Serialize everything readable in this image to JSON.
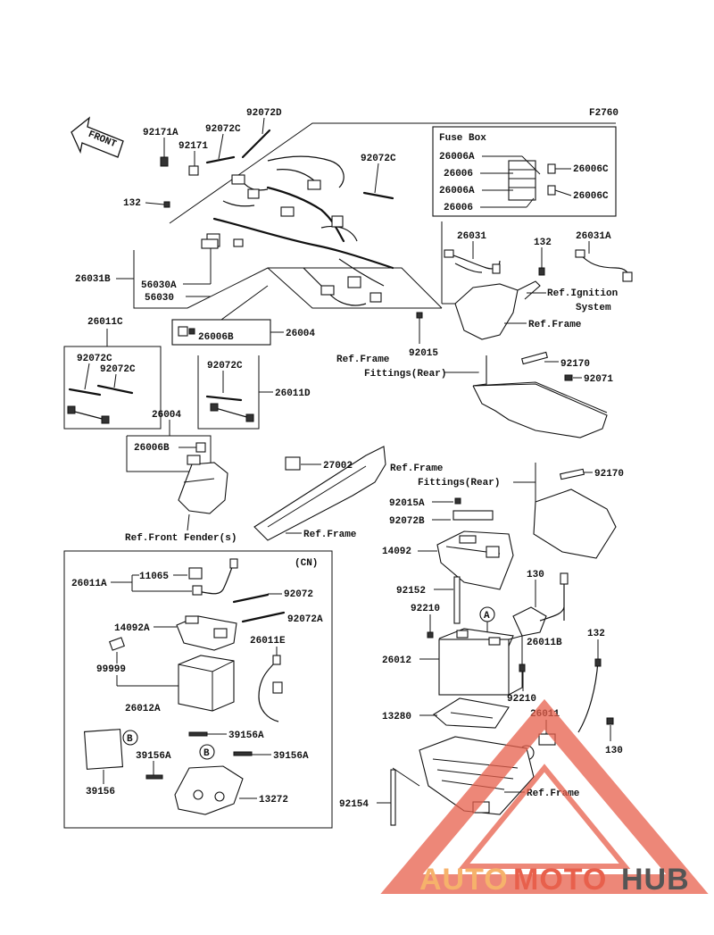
{
  "figure_code": "F2760",
  "front_label": "FRONT",
  "fuse_box_title": "Fuse Box",
  "cn_label": "(CN)",
  "callout_a": "A",
  "callout_b": "B",
  "watermark": {
    "part1": "AUTO",
    "part2": "MOTO",
    "part3": "HUB",
    "color1": "#f6b26b",
    "color2": "#e8604c",
    "color3": "#555555"
  },
  "labels": {
    "p92171A": "92171A",
    "p92072C_a": "92072C",
    "p92072D": "92072D",
    "p92171": "92171",
    "p132_a": "132",
    "p92072C_b": "92072C",
    "fb_26006A_1": "26006A",
    "fb_26006_1": "26006",
    "fb_26006A_2": "26006A",
    "fb_26006_2": "26006",
    "fb_26006C_1": "26006C",
    "fb_26006C_2": "26006C",
    "p26031": "26031",
    "p132_b": "132",
    "p26031A": "26031A",
    "ref_ignition_1": "Ref.Ignition",
    "ref_ignition_2": "System",
    "ref_frame_1": "Ref.Frame",
    "p26031B": "26031B",
    "p56030A": "56030A",
    "p56030": "56030",
    "p26006B_a": "26006B",
    "p26004_a": "26004",
    "p92015": "92015",
    "ref_frame_fit_1": "Ref.Frame",
    "ref_frame_fit_2": "Fittings(Rear)",
    "p92170_a": "92170",
    "p92071": "92071",
    "p26011C": "26011C",
    "p92072C_c": "92072C",
    "p92072C_d": "92072C",
    "p92072C_e": "92072C",
    "p26011D": "26011D",
    "p26004_b": "26004",
    "p26006B_b": "26006B",
    "p27002": "27002",
    "ref_frame_fit_3": "Ref.Frame",
    "ref_frame_fit_4": "Fittings(Rear)",
    "p92170_b": "92170",
    "ref_front_fender": "Ref.Front Fender(s)",
    "ref_frame_2": "Ref.Frame",
    "p92015A": "92015A",
    "p92072B": "92072B",
    "p14092": "14092",
    "p130_a": "130",
    "p92152": "92152",
    "p92210_a": "92210",
    "p26011B": "26011B",
    "p132_c": "132",
    "p26012": "26012",
    "p92210_b": "92210",
    "p13280": "13280",
    "p26011": "26011",
    "p130_b": "130",
    "ref_frame_3": "Ref.Frame",
    "p92154": "92154",
    "p26011A": "26011A",
    "p11065": "11065",
    "p92072": "92072",
    "p14092A": "14092A",
    "p92072A": "92072A",
    "p26011E": "26011E",
    "p99999": "99999",
    "p26012A": "26012A",
    "p39156A_a": "39156A",
    "p39156A_b": "39156A",
    "p39156A_c": "39156A",
    "p39156": "39156",
    "p13272": "13272"
  }
}
